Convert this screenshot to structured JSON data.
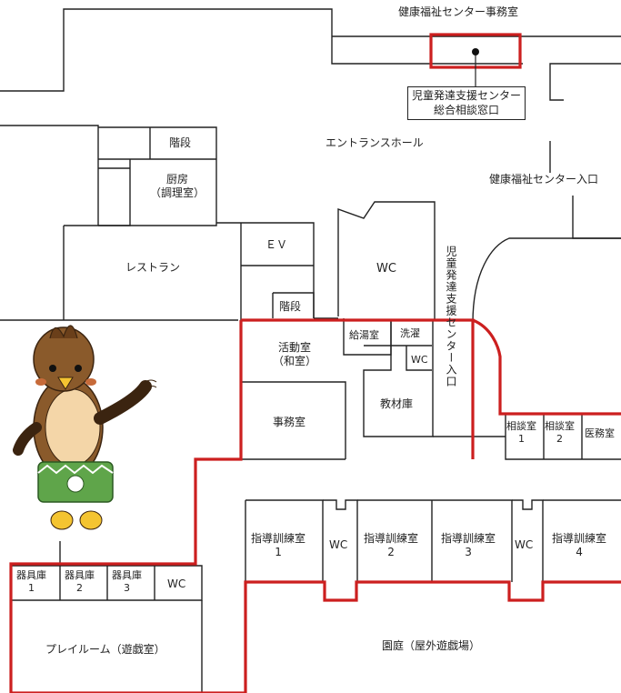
{
  "labels": {
    "health_office": "健康福祉センター事務室",
    "consult_window": [
      "児童発達支援センター",
      "総合相談窓口"
    ],
    "entrance_hall": "エントランスホール",
    "health_entrance": "健康福祉センター入口",
    "stairs_top": "階段",
    "kitchen": [
      "厨房",
      "（調理室）"
    ],
    "elevator": "ＥＶ",
    "restaurant": "レストラン",
    "stairs_mid": "階段",
    "wc_main": "WC",
    "center_entrance": "児童発達支援センター入口",
    "activity_room": [
      "活動室",
      "（和室）"
    ],
    "kettle_room": "給湯室",
    "laundry": "洗濯",
    "wc_small": "WC",
    "office": "事務室",
    "materials": "教材庫",
    "consult1": [
      "相談室",
      "1"
    ],
    "consult2": [
      "相談室",
      "2"
    ],
    "medical": "医務室",
    "training1": [
      "指導訓練室",
      "1"
    ],
    "training2": [
      "指導訓練室",
      "2"
    ],
    "training3": [
      "指導訓練室",
      "3"
    ],
    "training4": [
      "指導訓練室",
      "4"
    ],
    "wc_t1": "WC",
    "wc_t2": "WC",
    "equip1": [
      "器具庫",
      "1"
    ],
    "equip2": [
      "器具庫",
      "2"
    ],
    "equip3": [
      "器具庫",
      "3"
    ],
    "wc_play": "WC",
    "playroom": "プレイルーム（遊戯室）",
    "garden": "園庭（屋外遊戯場）"
  },
  "colors": {
    "highlight": "#cc1f1f",
    "wall": "#222222"
  },
  "icons": {
    "marker": "location-dot-icon",
    "mascot": "bird-mascot-icon"
  }
}
